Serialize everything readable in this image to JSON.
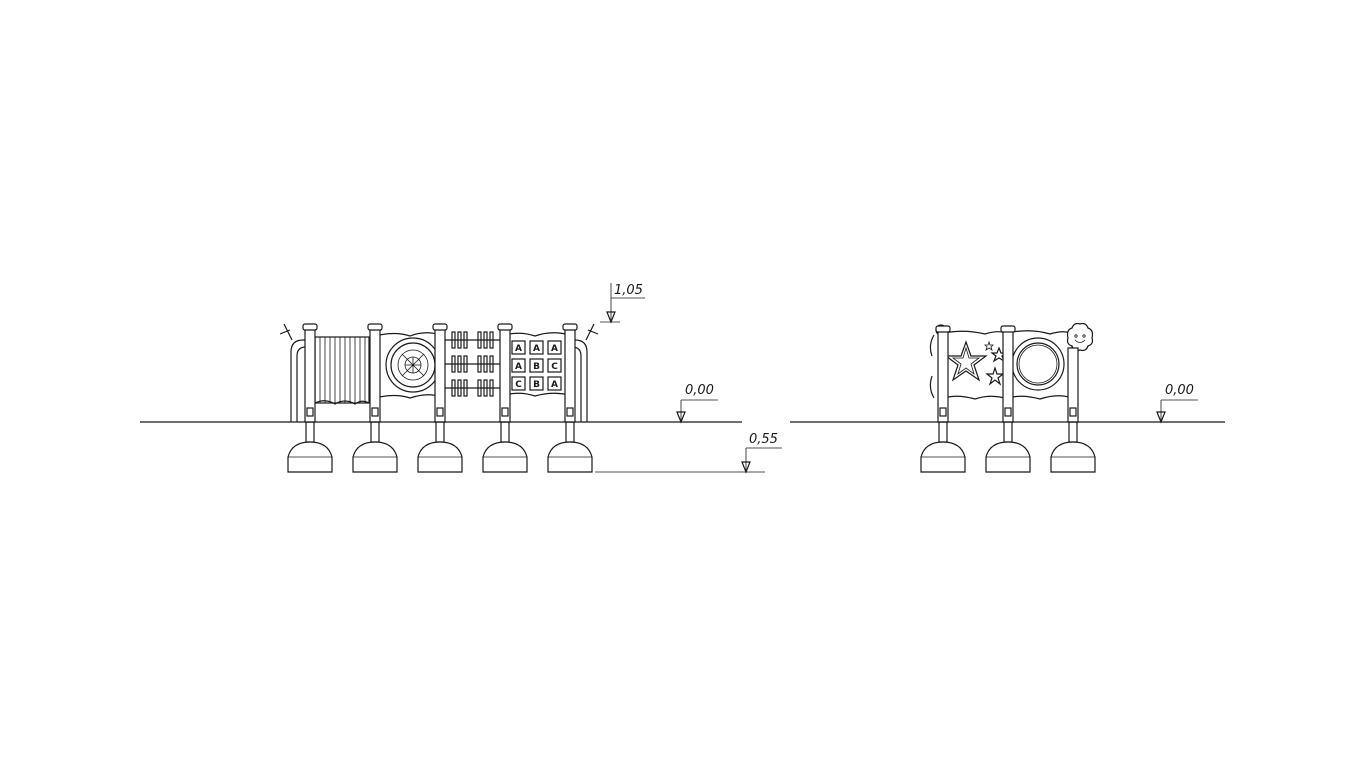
{
  "views": {
    "side": {
      "level_top": "1,05",
      "level_ground": "0,00",
      "level_foundation": "0,55",
      "letter_tiles": [
        "A",
        "A",
        "A",
        "A",
        "B",
        "C",
        "C",
        "B",
        "A"
      ]
    },
    "front": {
      "level_ground": "0,00"
    }
  }
}
